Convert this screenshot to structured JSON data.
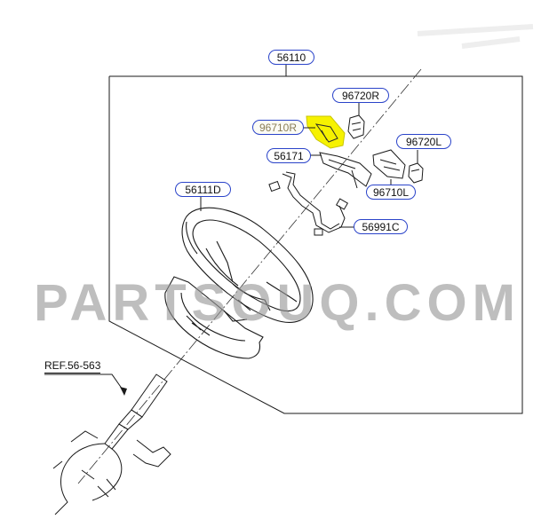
{
  "diagram": {
    "callouts": {
      "assembly": "56110",
      "steering_wheel": "56111D",
      "remote_switch_right": "96710R",
      "remote_switch_left": "96710L",
      "switch_cap_right": "96720R",
      "switch_cap_left": "96720L",
      "cover": "56171",
      "wiring": "56991C"
    },
    "reference": "REF.56-563",
    "highlighted_part": "96710R",
    "colors": {
      "callout_border": "#2a43c9",
      "highlight": "#f6f200",
      "line_art": "#1a1a1a"
    }
  },
  "watermark": "PARTSOUQ.COM"
}
